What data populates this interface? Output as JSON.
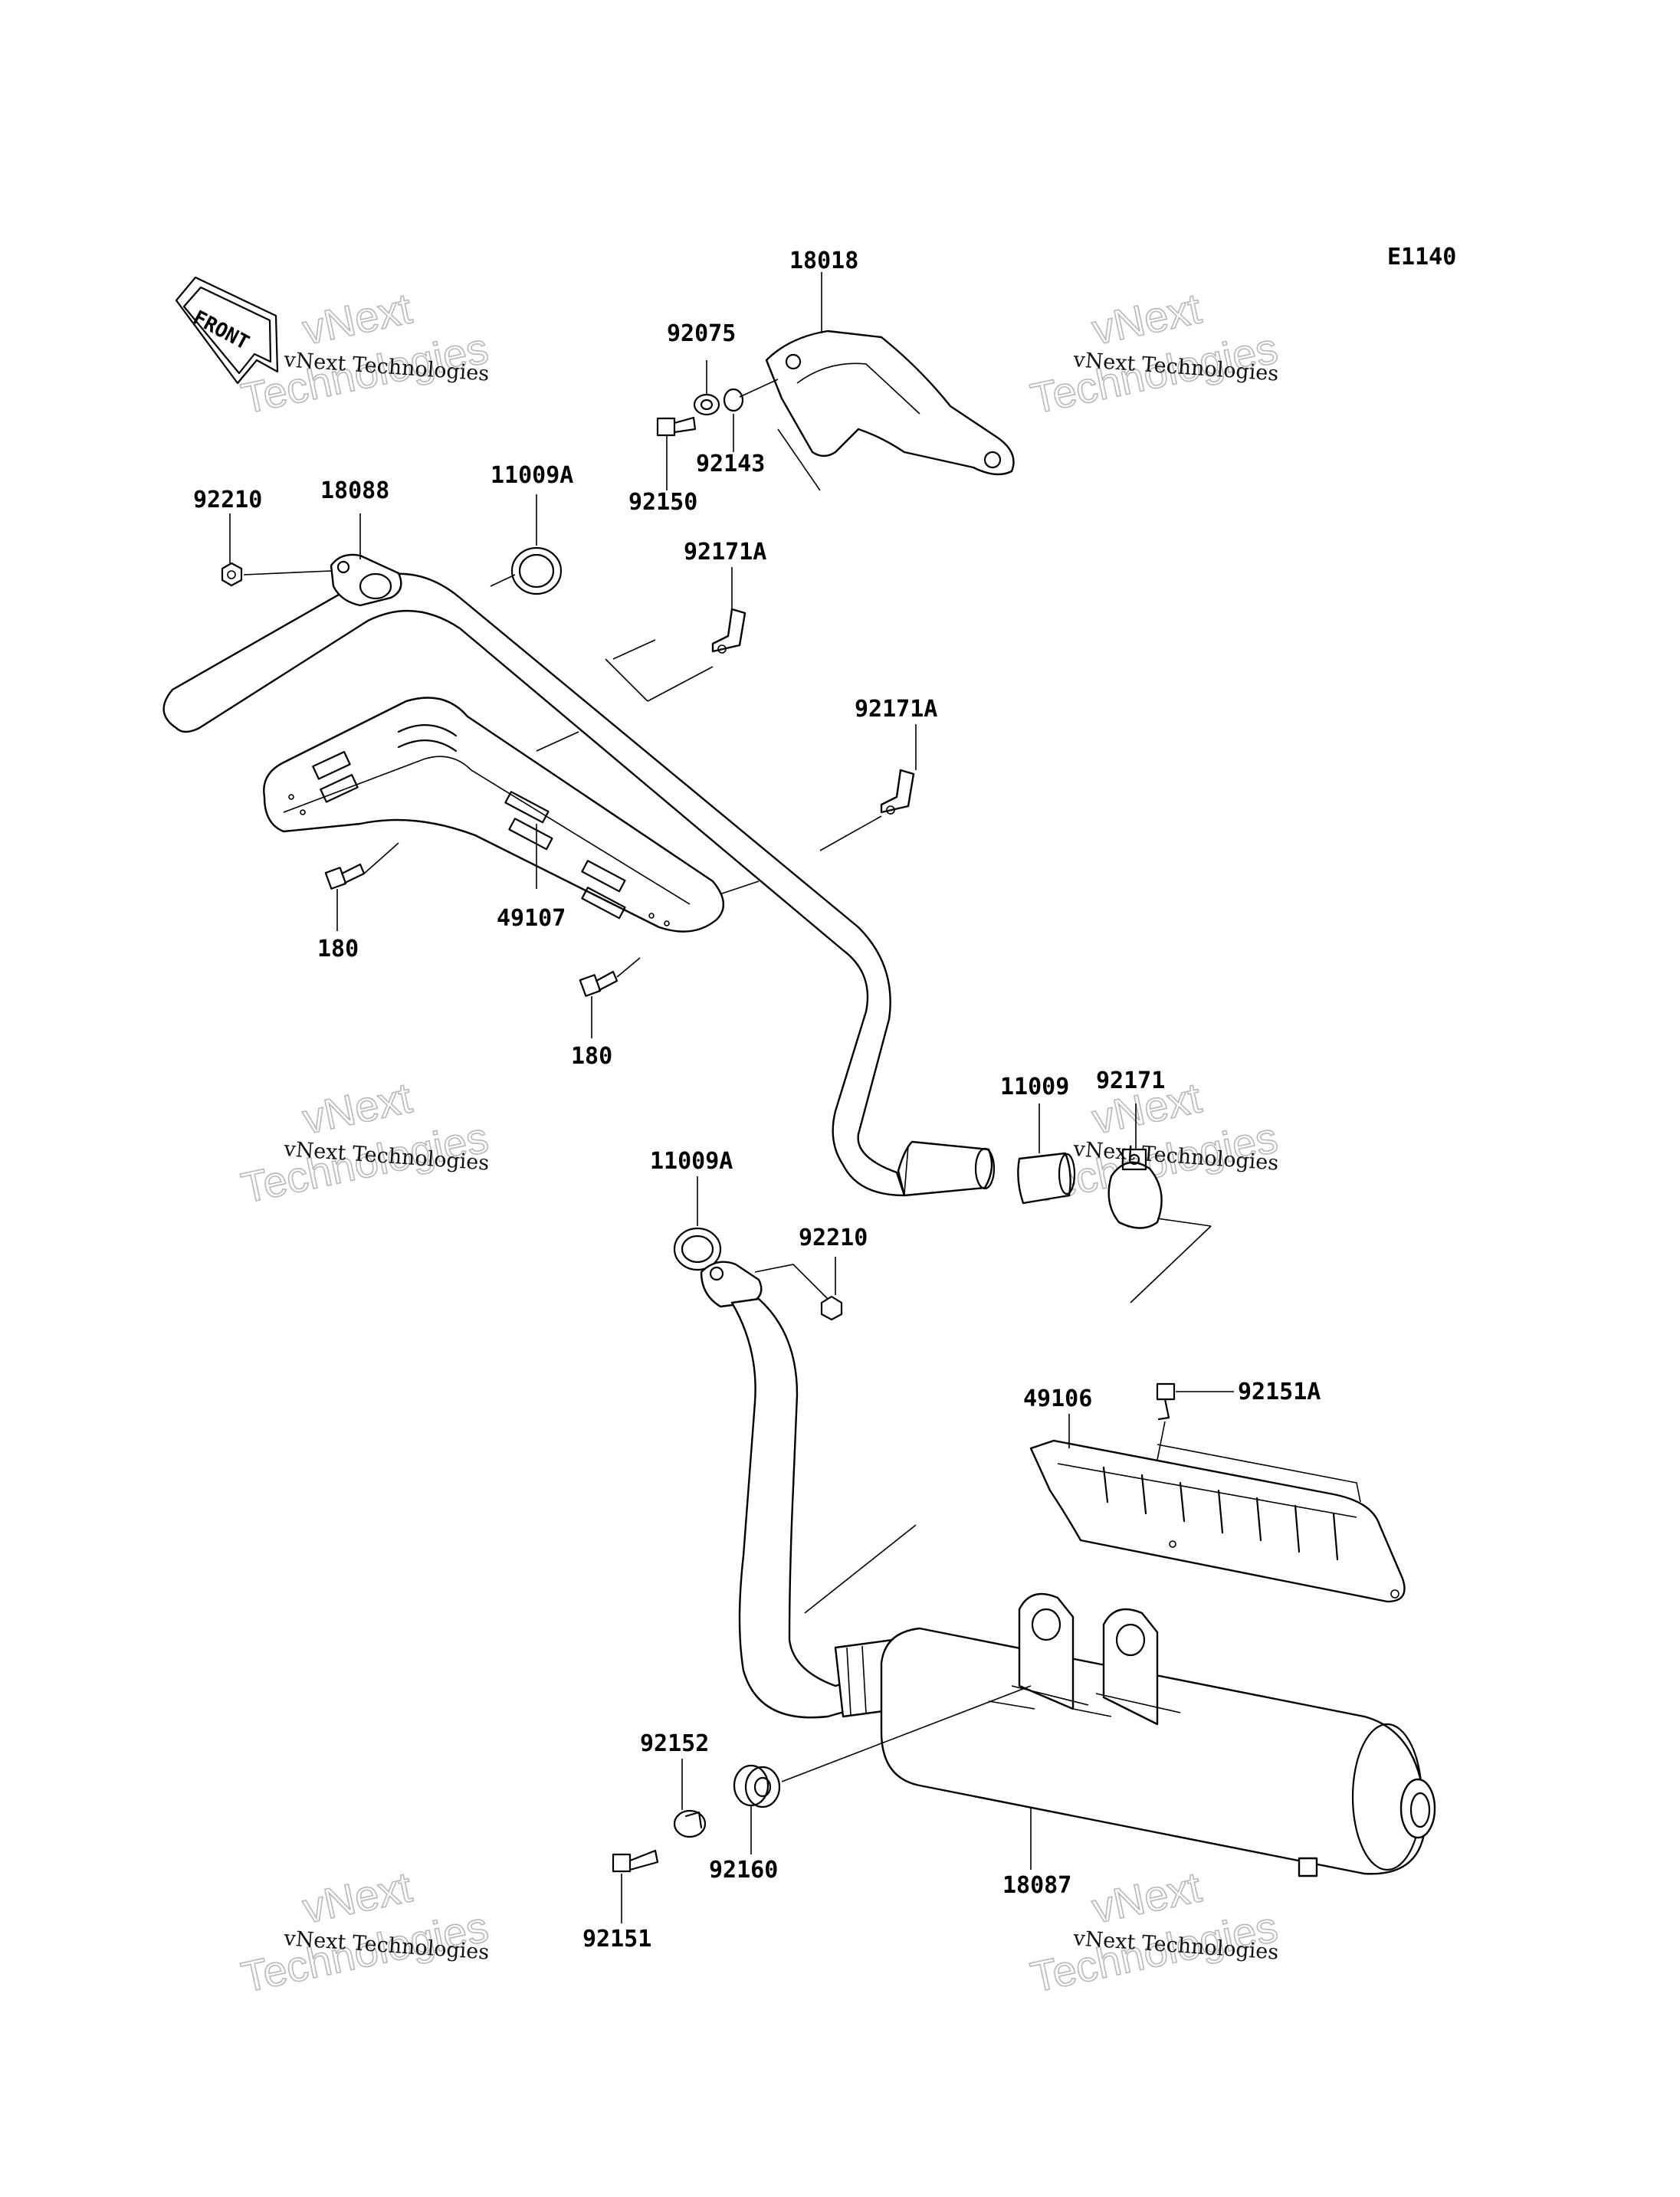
{
  "diagram_code": "E1140",
  "front_arrow_label": "FRONT",
  "watermark": {
    "caption": "vNext Technologies",
    "big_line1": "vNext",
    "big_line2": "Technologies"
  },
  "parts": [
    {
      "id": "p18018",
      "label": "18018"
    },
    {
      "id": "p92075",
      "label": "92075"
    },
    {
      "id": "p92143",
      "label": "92143"
    },
    {
      "id": "p92150",
      "label": "92150"
    },
    {
      "id": "p92210a",
      "label": "92210"
    },
    {
      "id": "p18088",
      "label": "18088"
    },
    {
      "id": "p11009a_top",
      "label": "11009A"
    },
    {
      "id": "p92171a_1",
      "label": "92171A"
    },
    {
      "id": "p92171a_2",
      "label": "92171A"
    },
    {
      "id": "p180_1",
      "label": "180"
    },
    {
      "id": "p49107",
      "label": "49107"
    },
    {
      "id": "p180_2",
      "label": "180"
    },
    {
      "id": "p11009",
      "label": "11009"
    },
    {
      "id": "p92171",
      "label": "92171"
    },
    {
      "id": "p11009a_bot",
      "label": "11009A"
    },
    {
      "id": "p92210b",
      "label": "92210"
    },
    {
      "id": "p49106",
      "label": "49106"
    },
    {
      "id": "p92151a",
      "label": "92151A"
    },
    {
      "id": "p92152",
      "label": "92152"
    },
    {
      "id": "p92160",
      "label": "92160"
    },
    {
      "id": "p18087",
      "label": "18087"
    },
    {
      "id": "p92151",
      "label": "92151"
    }
  ]
}
